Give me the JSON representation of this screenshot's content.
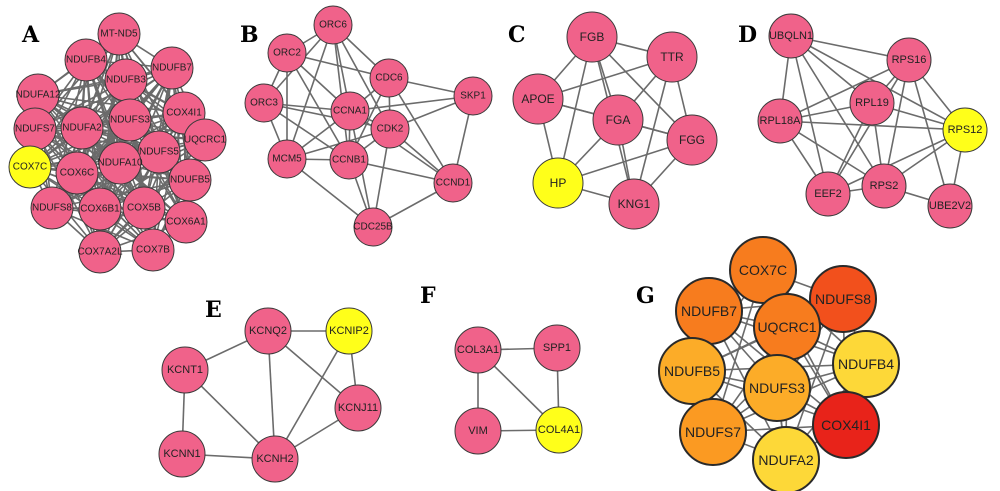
{
  "colors": {
    "node_default": "#f0628a",
    "node_highlight": "#ffff1a",
    "edge": "#6b6b6b",
    "g_red": "#e8231a",
    "g_redorange": "#f2501c",
    "g_orange": "#f77c1e",
    "g_orange2": "#fb9a22",
    "g_amber": "#fcac28",
    "g_yellow": "#fdd838"
  },
  "panels": [
    {
      "label": "A",
      "nodes": [
        {
          "id": "MT-ND5",
          "label": "MT-ND5",
          "color": "node_default"
        },
        {
          "id": "NDUFB4",
          "label": "NDUFB4",
          "color": "node_default"
        },
        {
          "id": "NDUFB3",
          "label": "NDUFB3",
          "color": "node_default"
        },
        {
          "id": "NDUFB7",
          "label": "NDUFB7",
          "color": "node_default"
        },
        {
          "id": "NDUFA12",
          "label": "NDUFA12",
          "color": "node_default"
        },
        {
          "id": "COX4I1",
          "label": "COX4I1",
          "color": "node_default"
        },
        {
          "id": "NDUFS3",
          "label": "NDUFS3",
          "color": "node_default"
        },
        {
          "id": "NDUFS7",
          "label": "NDUFS7",
          "color": "node_default"
        },
        {
          "id": "NDUFA2",
          "label": "NDUFA2",
          "color": "node_default"
        },
        {
          "id": "UQCRC1",
          "label": "UQCRC1",
          "color": "node_default"
        },
        {
          "id": "COX7C",
          "label": "COX7C",
          "color": "node_highlight"
        },
        {
          "id": "NDUFS5",
          "label": "NDUFS5",
          "color": "node_default"
        },
        {
          "id": "NDUFA10",
          "label": "NDUFA10",
          "color": "node_default"
        },
        {
          "id": "COX6C",
          "label": "COX6C",
          "color": "node_default"
        },
        {
          "id": "NDUFB5",
          "label": "NDUFB5",
          "color": "node_default"
        },
        {
          "id": "NDUFS8",
          "label": "NDUFS8",
          "color": "node_default"
        },
        {
          "id": "COX6B1",
          "label": "COX6B1",
          "color": "node_default"
        },
        {
          "id": "COX5B",
          "label": "COX5B",
          "color": "node_default"
        },
        {
          "id": "COX6A1",
          "label": "COX6A1",
          "color": "node_default"
        },
        {
          "id": "COX7A2L",
          "label": "COX7A2L",
          "color": "node_default"
        },
        {
          "id": "COX7B",
          "label": "COX7B",
          "color": "node_default"
        }
      ],
      "edges": "complete"
    },
    {
      "label": "B",
      "nodes": [
        {
          "id": "ORC6",
          "label": "ORC6",
          "color": "node_default"
        },
        {
          "id": "ORC2",
          "label": "ORC2",
          "color": "node_default"
        },
        {
          "id": "CDC6",
          "label": "CDC6",
          "color": "node_default"
        },
        {
          "id": "ORC3",
          "label": "ORC3",
          "color": "node_default"
        },
        {
          "id": "CCNA1",
          "label": "CCNA1",
          "color": "node_default"
        },
        {
          "id": "SKP1",
          "label": "SKP1",
          "color": "node_default"
        },
        {
          "id": "CDK2",
          "label": "CDK2",
          "color": "node_default"
        },
        {
          "id": "MCM5",
          "label": "MCM5",
          "color": "node_default"
        },
        {
          "id": "CCNB1",
          "label": "CCNB1",
          "color": "node_default"
        },
        {
          "id": "CCND1",
          "label": "CCND1",
          "color": "node_default"
        },
        {
          "id": "CDC25B",
          "label": "CDC25B",
          "color": "node_default"
        }
      ],
      "edges": [
        [
          "ORC6",
          "ORC2"
        ],
        [
          "ORC6",
          "ORC3"
        ],
        [
          "ORC6",
          "CDC6"
        ],
        [
          "ORC6",
          "CCNA1"
        ],
        [
          "ORC6",
          "CDK2"
        ],
        [
          "ORC6",
          "MCM5"
        ],
        [
          "ORC6",
          "CCNB1"
        ],
        [
          "ORC2",
          "ORC3"
        ],
        [
          "ORC2",
          "CDC6"
        ],
        [
          "ORC2",
          "CCNA1"
        ],
        [
          "ORC2",
          "MCM5"
        ],
        [
          "ORC2",
          "CCNB1"
        ],
        [
          "ORC3",
          "CCNA1"
        ],
        [
          "ORC3",
          "MCM5"
        ],
        [
          "ORC3",
          "CCNB1"
        ],
        [
          "ORC3",
          "CDK2"
        ],
        [
          "CDC6",
          "CCNA1"
        ],
        [
          "CDC6",
          "CDK2"
        ],
        [
          "CDC6",
          "CCNB1"
        ],
        [
          "CDC6",
          "SKP1"
        ],
        [
          "CDC6",
          "CCND1"
        ],
        [
          "CCNA1",
          "CDK2"
        ],
        [
          "CCNA1",
          "CCNB1"
        ],
        [
          "CCNA1",
          "MCM5"
        ],
        [
          "CCNA1",
          "SKP1"
        ],
        [
          "CCNA1",
          "CDC25B"
        ],
        [
          "CCNA1",
          "CCND1"
        ],
        [
          "CDK2",
          "CCNB1"
        ],
        [
          "CDK2",
          "SKP1"
        ],
        [
          "CDK2",
          "CCND1"
        ],
        [
          "CDK2",
          "CDC25B"
        ],
        [
          "CDK2",
          "MCM5"
        ],
        [
          "CCNB1",
          "MCM5"
        ],
        [
          "CCNB1",
          "CDC25B"
        ],
        [
          "CCNB1",
          "CCND1"
        ],
        [
          "SKP1",
          "CCND1"
        ],
        [
          "CCND1",
          "CDC25B"
        ],
        [
          "MCM5",
          "CDC25B"
        ]
      ]
    },
    {
      "label": "C",
      "nodes": [
        {
          "id": "FGB",
          "label": "FGB",
          "color": "node_default"
        },
        {
          "id": "TTR",
          "label": "TTR",
          "color": "node_default"
        },
        {
          "id": "APOE",
          "label": "APOE",
          "color": "node_default"
        },
        {
          "id": "FGA",
          "label": "FGA",
          "color": "node_default"
        },
        {
          "id": "FGG",
          "label": "FGG",
          "color": "node_default"
        },
        {
          "id": "HP",
          "label": "HP",
          "color": "node_highlight"
        },
        {
          "id": "KNG1",
          "label": "KNG1",
          "color": "node_default"
        }
      ],
      "edges": [
        [
          "FGB",
          "TTR"
        ],
        [
          "FGB",
          "APOE"
        ],
        [
          "FGB",
          "FGA"
        ],
        [
          "FGB",
          "FGG"
        ],
        [
          "FGB",
          "HP"
        ],
        [
          "FGB",
          "KNG1"
        ],
        [
          "TTR",
          "APOE"
        ],
        [
          "TTR",
          "FGA"
        ],
        [
          "TTR",
          "FGG"
        ],
        [
          "TTR",
          "KNG1"
        ],
        [
          "APOE",
          "FGA"
        ],
        [
          "APOE",
          "HP"
        ],
        [
          "APOE",
          "FGG"
        ],
        [
          "FGA",
          "FGG"
        ],
        [
          "FGA",
          "HP"
        ],
        [
          "FGA",
          "KNG1"
        ],
        [
          "FGG",
          "KNG1"
        ],
        [
          "HP",
          "KNG1"
        ],
        [
          "HP",
          "FGG"
        ]
      ]
    },
    {
      "label": "D",
      "nodes": [
        {
          "id": "UBQLN1",
          "label": "UBQLN1",
          "color": "node_default"
        },
        {
          "id": "RPS16",
          "label": "RPS16",
          "color": "node_default"
        },
        {
          "id": "RPL19",
          "label": "RPL19",
          "color": "node_default"
        },
        {
          "id": "RPL18A",
          "label": "RPL18A",
          "color": "node_default"
        },
        {
          "id": "RPS12",
          "label": "RPS12",
          "color": "node_highlight"
        },
        {
          "id": "EEF2",
          "label": "EEF2",
          "color": "node_default"
        },
        {
          "id": "RPS2",
          "label": "RPS2",
          "color": "node_default"
        },
        {
          "id": "UBE2V2",
          "label": "UBE2V2",
          "color": "node_default"
        }
      ],
      "edges": [
        [
          "UBQLN1",
          "RPS16"
        ],
        [
          "UBQLN1",
          "RPL19"
        ],
        [
          "UBQLN1",
          "RPL18A"
        ],
        [
          "UBQLN1",
          "RPS2"
        ],
        [
          "UBQLN1",
          "EEF2"
        ],
        [
          "UBQLN1",
          "RPS12"
        ],
        [
          "RPS16",
          "RPL19"
        ],
        [
          "RPS16",
          "RPL18A"
        ],
        [
          "RPS16",
          "RPS12"
        ],
        [
          "RPS16",
          "RPS2"
        ],
        [
          "RPS16",
          "EEF2"
        ],
        [
          "RPS16",
          "UBE2V2"
        ],
        [
          "RPL19",
          "RPL18A"
        ],
        [
          "RPL19",
          "RPS12"
        ],
        [
          "RPL19",
          "RPS2"
        ],
        [
          "RPL19",
          "EEF2"
        ],
        [
          "RPL18A",
          "RPS2"
        ],
        [
          "RPL18A",
          "EEF2"
        ],
        [
          "RPL18A",
          "RPS12"
        ],
        [
          "RPS12",
          "RPS2"
        ],
        [
          "RPS12",
          "EEF2"
        ],
        [
          "RPS12",
          "UBE2V2"
        ],
        [
          "EEF2",
          "RPS2"
        ],
        [
          "RPS2",
          "UBE2V2"
        ]
      ]
    },
    {
      "label": "E",
      "nodes": [
        {
          "id": "KCNQ2",
          "label": "KCNQ2",
          "color": "node_default"
        },
        {
          "id": "KCNIP2",
          "label": "KCNIP2",
          "color": "node_highlight"
        },
        {
          "id": "KCNT1",
          "label": "KCNT1",
          "color": "node_default"
        },
        {
          "id": "KCNJ11",
          "label": "KCNJ11",
          "color": "node_default"
        },
        {
          "id": "KCNN1",
          "label": "KCNN1",
          "color": "node_default"
        },
        {
          "id": "KCNH2",
          "label": "KCNH2",
          "color": "node_default"
        }
      ],
      "edges": [
        [
          "KCNQ2",
          "KCNIP2"
        ],
        [
          "KCNQ2",
          "KCNT1"
        ],
        [
          "KCNQ2",
          "KCNJ11"
        ],
        [
          "KCNQ2",
          "KCNH2"
        ],
        [
          "KCNIP2",
          "KCNJ11"
        ],
        [
          "KCNIP2",
          "KCNH2"
        ],
        [
          "KCNT1",
          "KCNN1"
        ],
        [
          "KCNT1",
          "KCNH2"
        ],
        [
          "KCNN1",
          "KCNH2"
        ],
        [
          "KCNH2",
          "KCNJ11"
        ]
      ]
    },
    {
      "label": "F",
      "nodes": [
        {
          "id": "COL3A1",
          "label": "COL3A1",
          "color": "node_default"
        },
        {
          "id": "SPP1",
          "label": "SPP1",
          "color": "node_default"
        },
        {
          "id": "VIM",
          "label": "VIM",
          "color": "node_default"
        },
        {
          "id": "COL4A1",
          "label": "COL4A1",
          "color": "node_highlight"
        }
      ],
      "edges": [
        [
          "COL3A1",
          "SPP1"
        ],
        [
          "COL3A1",
          "VIM"
        ],
        [
          "COL3A1",
          "COL4A1"
        ],
        [
          "SPP1",
          "COL4A1"
        ],
        [
          "VIM",
          "COL4A1"
        ]
      ]
    },
    {
      "label": "G",
      "nodes": [
        {
          "id": "COX7C",
          "label": "COX7C",
          "color": "g_orange"
        },
        {
          "id": "NDUFB7",
          "label": "NDUFB7",
          "color": "g_orange"
        },
        {
          "id": "NDUFS8",
          "label": "NDUFS8",
          "color": "g_redorange"
        },
        {
          "id": "UQCRC1",
          "label": "UQCRC1",
          "color": "g_orange"
        },
        {
          "id": "NDUFB5",
          "label": "NDUFB5",
          "color": "g_amber"
        },
        {
          "id": "NDUFB4",
          "label": "NDUFB4",
          "color": "g_yellow"
        },
        {
          "id": "NDUFS3",
          "label": "NDUFS3",
          "color": "g_amber"
        },
        {
          "id": "NDUFS7",
          "label": "NDUFS7",
          "color": "g_orange2"
        },
        {
          "id": "COX4I1",
          "label": "COX4I1",
          "color": "g_red"
        },
        {
          "id": "NDUFA2",
          "label": "NDUFA2",
          "color": "g_yellow"
        }
      ],
      "edges": "complete"
    }
  ]
}
